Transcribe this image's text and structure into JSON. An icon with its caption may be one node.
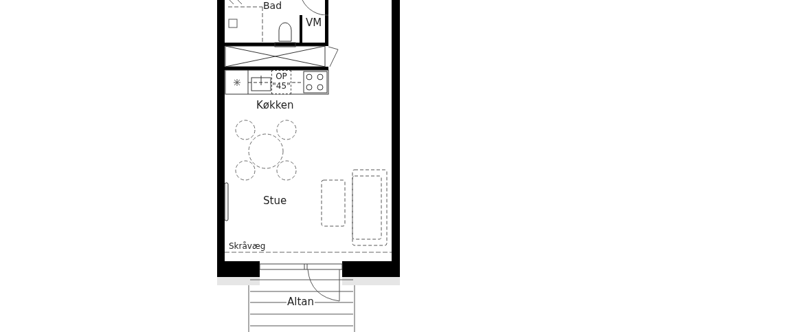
{
  "diagram": {
    "nodes": [
      {
        "text": [
          "VM"
        ]
      },
      {
        "text": [
          "OP \"45\""
        ]
      }
    ],
    "labels": [
      "Bad",
      "Køkken",
      "Stue",
      "Skråvæg",
      "Altan"
    ]
  }
}
